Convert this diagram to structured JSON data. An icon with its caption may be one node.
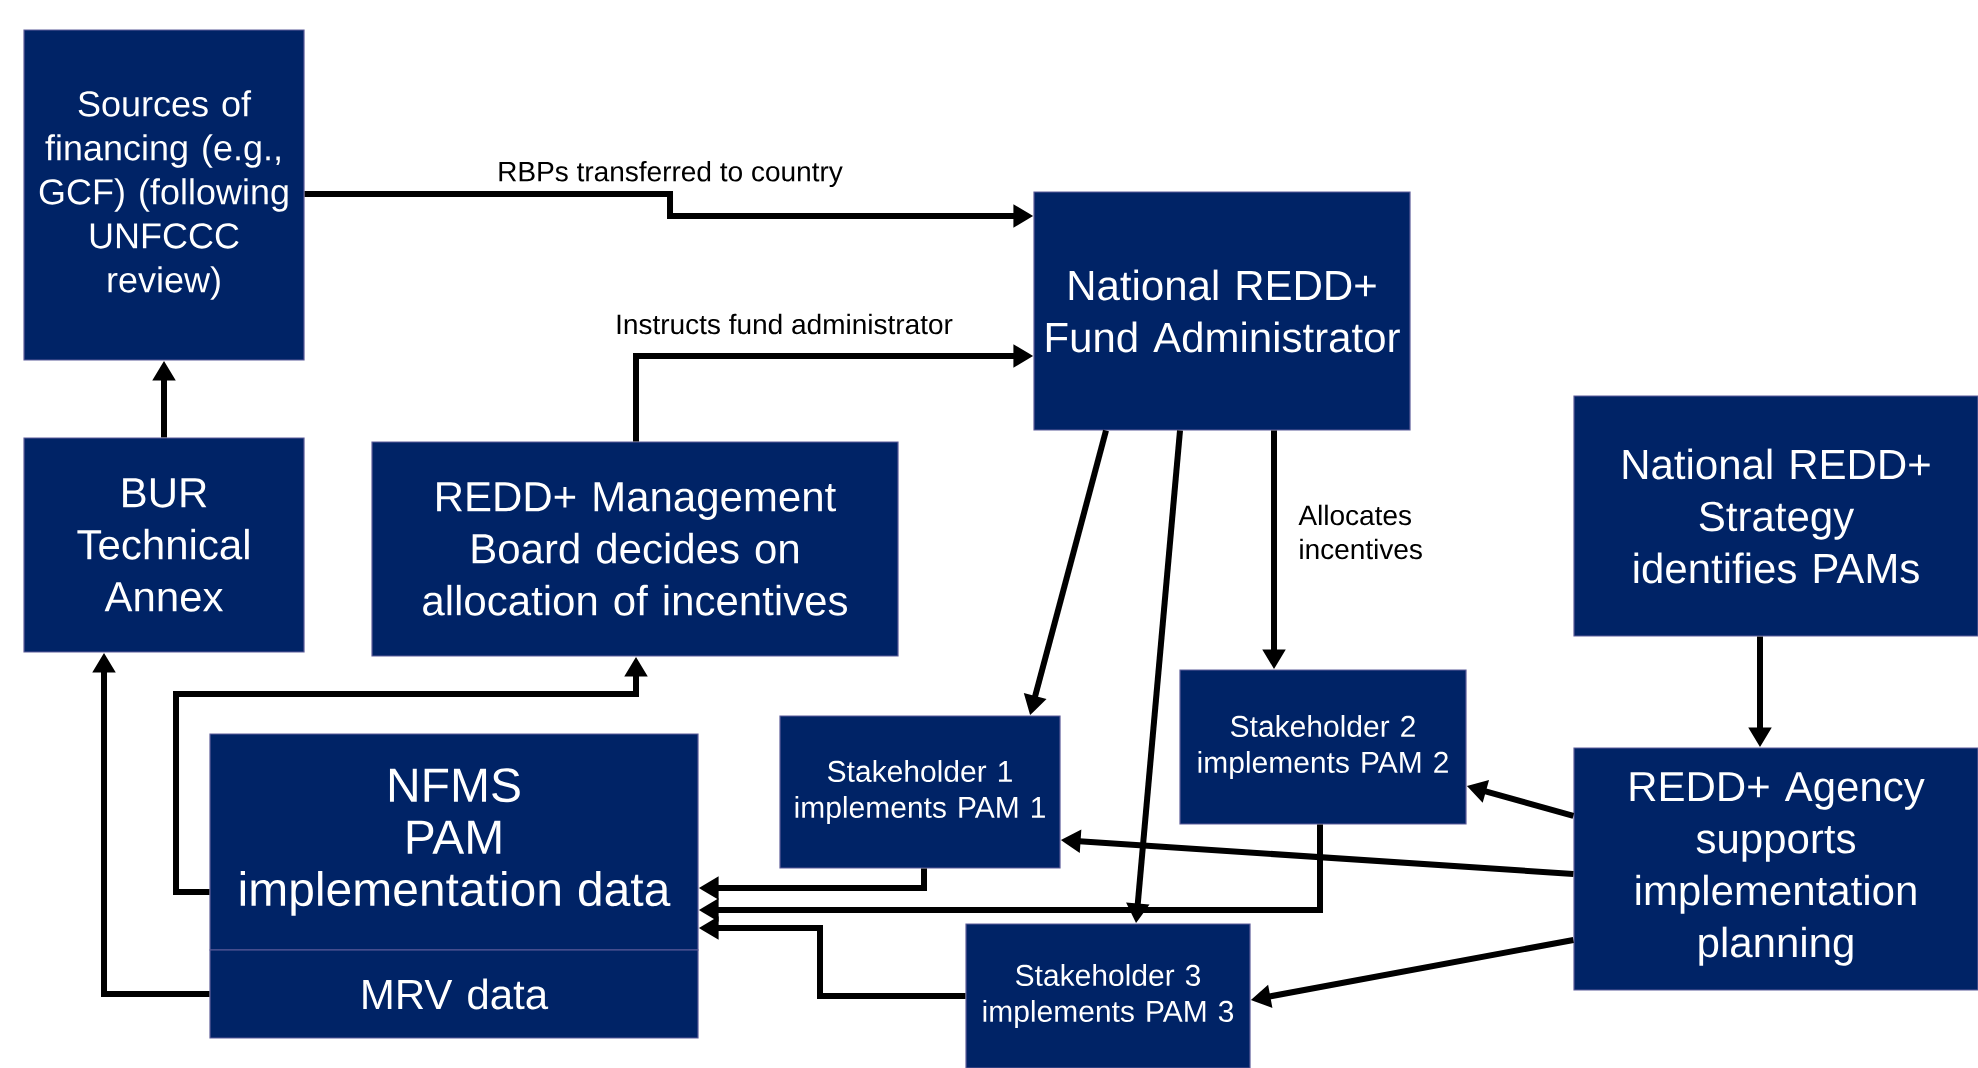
{
  "diagram": {
    "nodes": [
      {
        "text": [
          "Sources of financing (e.g., GCF) (following UNFCCC review)"
        ]
      },
      {
        "text": [
          "National REDD+ Fund Administrator"
        ]
      },
      {
        "text": [
          "BUR Technical Annex"
        ]
      },
      {
        "text": [
          "REDD+ Management Board decides on allocation of incentives"
        ]
      },
      {
        "text": [
          "National REDD+ Strategy identifies PAMs"
        ]
      },
      {
        "text": [
          "NFMS",
          "PAM implementation data"
        ]
      },
      {
        "text": [
          "MRV data"
        ]
      },
      {
        "text": [
          "Stakeholder 1 implements PAM 1"
        ]
      },
      {
        "text": [
          "Stakeholder 2 implements PAM 2"
        ]
      },
      {
        "text": [
          "Stakeholder 3 implements PAM 3"
        ]
      },
      {
        "text": [
          "REDD+ Agency supports implementation planning"
        ]
      }
    ],
    "edges": [
      {
        "from": 0,
        "to": 1,
        "arrow": "to",
        "label": "RBPs transferred to country"
      },
      {
        "from": 3,
        "to": 1,
        "arrow": "to",
        "label": "Instructs fund administrator"
      },
      {
        "from": 2,
        "to": 0,
        "arrow": "to"
      },
      {
        "from": 1,
        "to": 7,
        "arrow": "to"
      },
      {
        "from": 1,
        "to": 9,
        "arrow": "to"
      },
      {
        "from": 1,
        "to": 8,
        "arrow": "to",
        "label": "Allocates incentives"
      },
      {
        "from": 4,
        "to": 10,
        "arrow": "to"
      },
      {
        "from": 10,
        "to": 8,
        "arrow": "to"
      },
      {
        "from": 10,
        "to": 7,
        "arrow": "to"
      },
      {
        "from": 10,
        "to": 9,
        "arrow": "to"
      },
      {
        "from": 5,
        "to": 3,
        "arrow": "to"
      },
      {
        "from": 6,
        "to": 2,
        "arrow": "to"
      },
      {
        "from": 7,
        "to": 5,
        "arrow": "to"
      },
      {
        "from": 8,
        "to": 5,
        "arrow": "to"
      },
      {
        "from": 9,
        "to": 5,
        "arrow": "to"
      }
    ]
  }
}
